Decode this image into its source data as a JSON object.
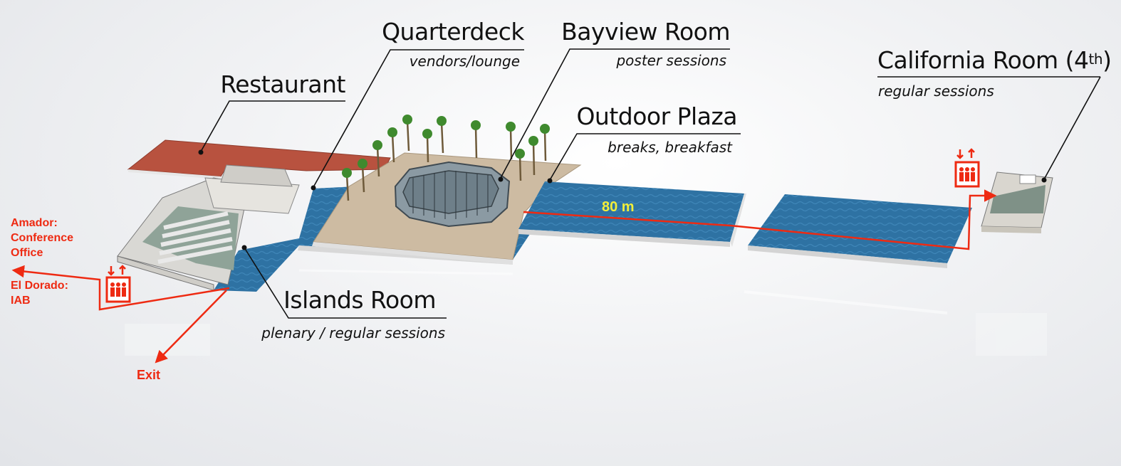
{
  "rooms": {
    "quarterdeck": {
      "title": "Quarterdeck",
      "subtitle": "vendors/lounge"
    },
    "bayview": {
      "title": "Bayview Room",
      "subtitle": "poster sessions"
    },
    "restaurant": {
      "title": "Restaurant"
    },
    "outdoor_plaza": {
      "title": "Outdoor Plaza",
      "subtitle": "breaks, breakfast"
    },
    "california": {
      "title": "California Room (4",
      "title_sup": "th",
      "title_end": ")",
      "subtitle": "regular sessions"
    },
    "islands": {
      "title": "Islands Room",
      "subtitle": "plenary / regular sessions"
    }
  },
  "directions": {
    "amador": [
      "Amador:",
      "Conference",
      "Office"
    ],
    "eldorado": [
      "El Dorado:",
      "IAB"
    ],
    "exit": "Exit",
    "distance": "80 m"
  },
  "colors": {
    "route": "#ee2a12",
    "water": "#2b6d9c",
    "restaurant_floor": "#b6503f",
    "plaza_floor": "#cdbba0",
    "distance_label": "#f2ee3a"
  },
  "icons": [
    "elevator-icon",
    "palm-tree-icon",
    "arrow-icon"
  ]
}
